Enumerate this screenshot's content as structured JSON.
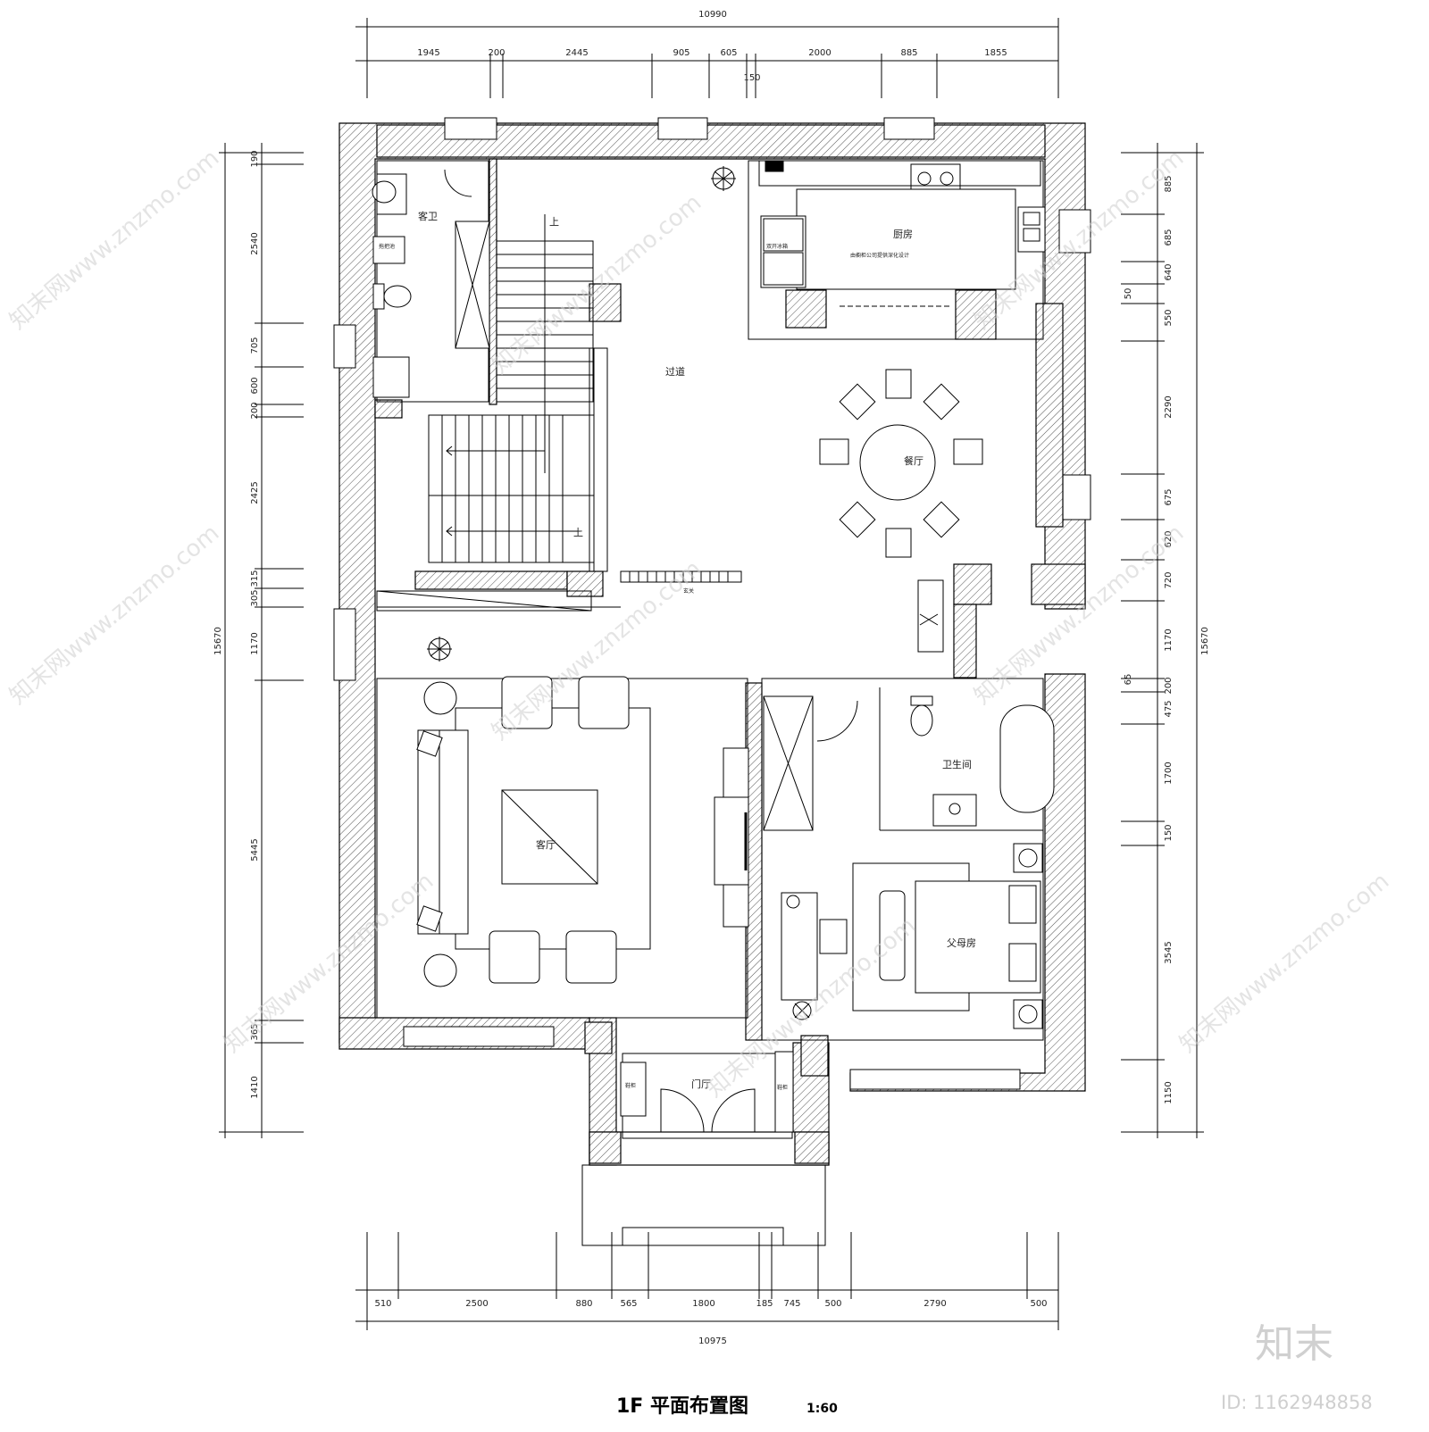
{
  "drawing": {
    "title": "1F  平面布置图",
    "scale": "1:60"
  },
  "dimensions": {
    "top_total": "10990",
    "top_segments": [
      "1945",
      "200",
      "2445",
      "905",
      "605",
      "2000",
      "885",
      "1855"
    ],
    "top_extra": "150",
    "bottom_total": "10975",
    "bottom_segments": [
      "510",
      "2500",
      "880",
      "565",
      "1800",
      "185",
      "745",
      "500",
      "2790",
      "500"
    ],
    "left_total": "15670",
    "left_segments": [
      "190",
      "2540",
      "705",
      "600",
      "200",
      "2425",
      "315",
      "305",
      "1170",
      "5445",
      "365",
      "1410"
    ],
    "right_total": "15670",
    "right_segments": [
      "885",
      "685",
      "640",
      "550",
      "2290",
      "675",
      "620",
      "720",
      "1170",
      "200",
      "475",
      "1700",
      "150",
      "3545",
      "1150"
    ],
    "right_small": [
      "50",
      "65"
    ]
  },
  "rooms": {
    "guest_bath": "客卫",
    "kitchen": "厨房",
    "corridor": "过道",
    "dining": "餐厅",
    "living": "客厅",
    "bathroom": "卫生间",
    "parents_room": "父母房",
    "foyer": "门厅",
    "stairs_up_1": "上",
    "stairs_up_2": "上"
  },
  "labels": {
    "fridge": "双开冰箱",
    "kitchen_note": "由橱柜公司提供深化设计",
    "mop_sink": "拖把池",
    "shoe_cabinet": "鞋柜",
    "foyer_cabinet": "玄关",
    "shoe_cabinet_2": "鞋柜"
  },
  "watermark": {
    "text": "知末网www.znzmo.com",
    "brand": "知末",
    "image_id": "ID: 1162948858"
  }
}
